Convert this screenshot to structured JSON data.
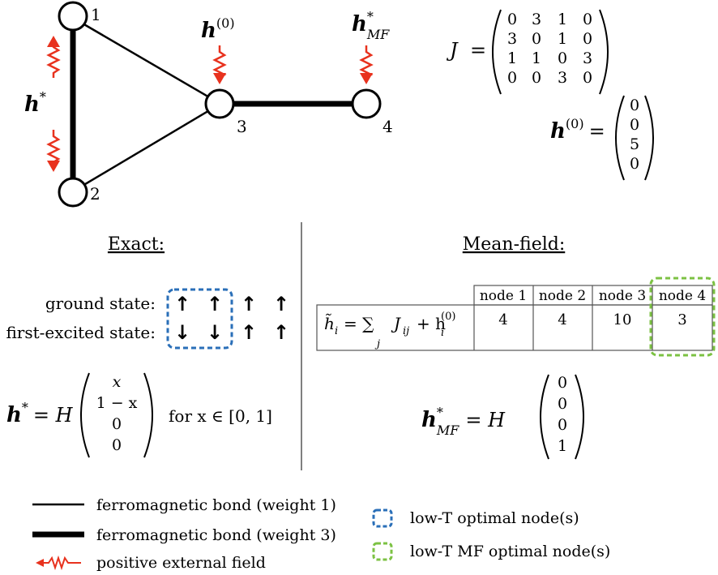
{
  "graph": {
    "nodes": [
      {
        "id": "1",
        "label": "1"
      },
      {
        "id": "2",
        "label": "2"
      },
      {
        "id": "3",
        "label": "3"
      },
      {
        "id": "4",
        "label": "4"
      }
    ],
    "edges": [
      {
        "from": "1",
        "to": "2",
        "weight": 3
      },
      {
        "from": "1",
        "to": "3",
        "weight": 1
      },
      {
        "from": "2",
        "to": "3",
        "weight": 1
      },
      {
        "from": "3",
        "to": "4",
        "weight": 3
      }
    ],
    "field_labels": {
      "h_star_sym": "h",
      "h_star_sup": "*",
      "h0_sym": "h",
      "h0_sup": "(0)",
      "hmf_sym": "h",
      "hmf_sup": "*",
      "hmf_sub": "MF"
    }
  },
  "matrix_J": {
    "symbol": "J",
    "eq": "=",
    "rows": [
      [
        "0",
        "3",
        "1",
        "0"
      ],
      [
        "3",
        "0",
        "1",
        "0"
      ],
      [
        "1",
        "1",
        "0",
        "3"
      ],
      [
        "0",
        "0",
        "3",
        "0"
      ]
    ]
  },
  "vector_h0": {
    "symbol": "h",
    "sup": "(0)",
    "eq": "=",
    "values": [
      "0",
      "0",
      "5",
      "0"
    ]
  },
  "exact": {
    "title": "Exact:",
    "ground_label": "ground state:",
    "excited_label": "first-excited state:",
    "ground_spins": [
      "↑",
      "↑",
      "↑",
      "↑"
    ],
    "excited_spins": [
      "↓",
      "↓",
      "↑",
      "↑"
    ],
    "hstar": {
      "sym": "h",
      "sup": "*",
      "eq": "= H",
      "values": [
        "x",
        "1 − x",
        "0",
        "0"
      ],
      "suffix": "for x ∈ [0, 1]"
    }
  },
  "meanfield": {
    "title": "Mean-field:",
    "table": {
      "headers": [
        "node 1",
        "node 2",
        "node 3",
        "node 4"
      ],
      "row_label_h": "h̃",
      "row_label_i": "i",
      "row_label_eq": "= ∑",
      "row_label_j": "j",
      "row_label_rest": "J",
      "row_label_ij": "ij",
      "row_label_plus": "+ h",
      "row_label_plus_sub": "i",
      "row_label_plus_sup": "(0)",
      "values": [
        "4",
        "4",
        "10",
        "3"
      ]
    },
    "hmf": {
      "sym": "h",
      "sup": "*",
      "sub": "MF",
      "eq": "= H",
      "values": [
        "0",
        "0",
        "0",
        "1"
      ]
    }
  },
  "legend": {
    "items": [
      {
        "label": "ferromagnetic bond (weight 1)"
      },
      {
        "label": "ferromagnetic bond (weight 3)"
      },
      {
        "label": "positive external field"
      },
      {
        "label": "low-T optimal node(s)"
      },
      {
        "label": "low-T MF optimal node(s)"
      }
    ]
  },
  "colors": {
    "field": "#e8321e",
    "blue_box": "#2a6fb8",
    "green_box": "#7cc243"
  }
}
